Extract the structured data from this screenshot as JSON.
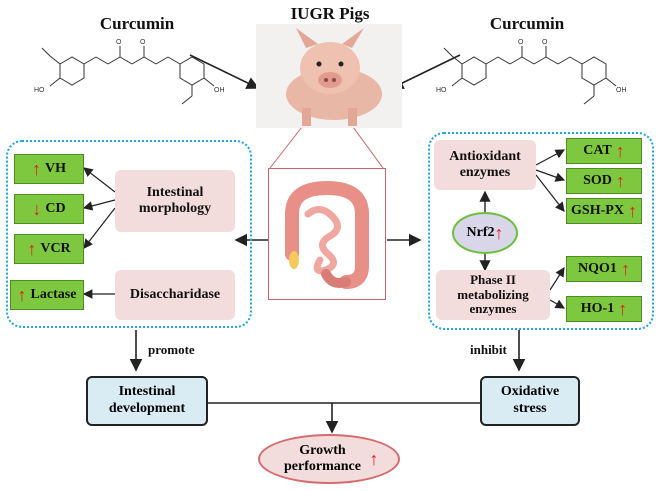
{
  "header": {
    "curcumin_left": "Curcumin",
    "curcumin_right": "Curcumin",
    "iugr": "IUGR Pigs"
  },
  "left_panel": {
    "vh": "VH",
    "cd": "CD",
    "vcr": "VCR",
    "lactase": "Lactase",
    "intestinal_morphology": "Intestinal morphology",
    "disaccharidase": "Disaccharidase"
  },
  "right_panel": {
    "antioxidant_enzymes": "Antioxidant enzymes",
    "nrf2": "Nrf2",
    "phase2": "Phase II metabolizing enzymes",
    "cat": "CAT",
    "sod": "SOD",
    "gshpx": "GSH-PX",
    "nqo1": "NQO1",
    "ho1": "HO-1"
  },
  "bottom": {
    "promote": "promote",
    "inhibit": "inhibit",
    "intestinal_development": "Intestinal development",
    "oxidative_stress": "Oxidative stress",
    "growth_performance": "Growth performance"
  },
  "symbols": {
    "up_arrow": "↑",
    "down_arrow": "↓"
  },
  "colors": {
    "dotted_border": "#1fa3d8",
    "pink_box": "#f3dcdc",
    "green_box": "#7ec83f",
    "blue_box": "#d9ecf3",
    "arrow_red": "#e0201a"
  }
}
